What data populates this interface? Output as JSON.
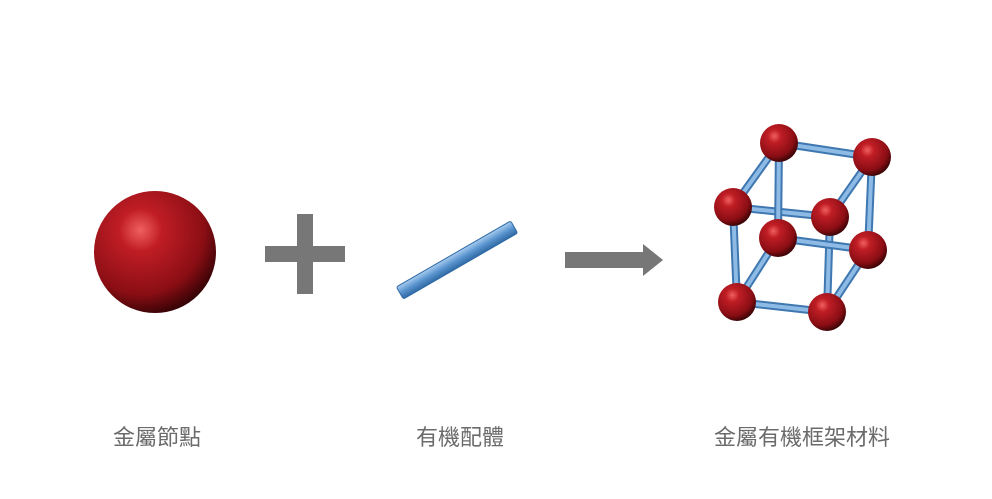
{
  "labels": {
    "metal_node": "金屬節點",
    "organic_ligand": "有機配體",
    "mof": "金屬有機框架材料"
  },
  "colors": {
    "sphere": "#a8141c",
    "rod": "#5b95cf",
    "operator": "#777777",
    "text": "#6b6b6b"
  }
}
